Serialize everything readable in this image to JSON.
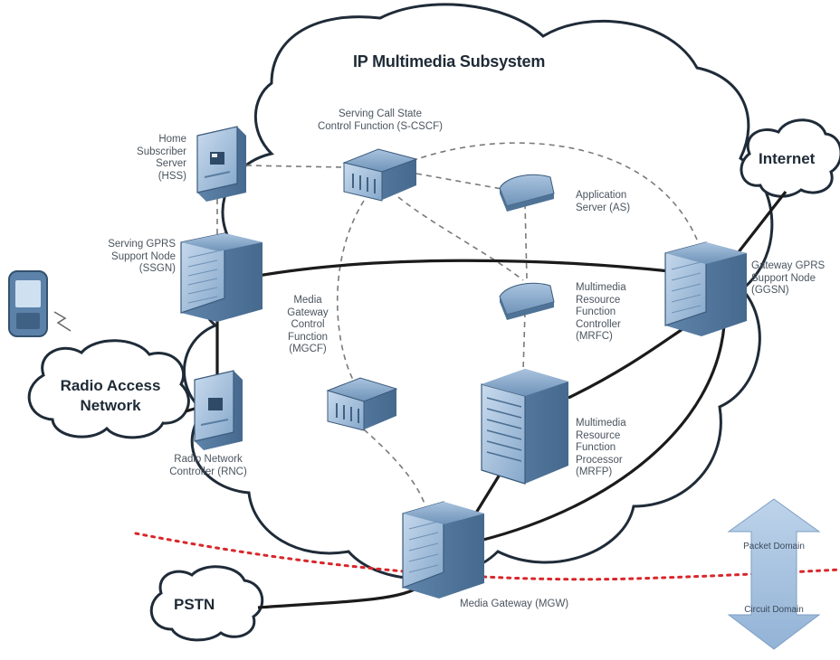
{
  "title": "IP Multimedia Subsystem",
  "nodes": {
    "hss": "Home\nSubscriber\nServer\n(HSS)",
    "scscf": "Serving Call State\nControl Function (S-CSCF)",
    "as": "Application\nServer (AS)",
    "sgsn": "Serving GPRS\nSupport Node\n(SSGN)",
    "ggsn": "Gateway GPRS\nSupport Node\n(GGSN)",
    "mgcf": "Media\nGateway\nControl\nFunction\n(MGCF)",
    "mrfc": "Multimedia\nResource\nFunction\nController\n(MRFC)",
    "mrfp": "Multimedia\nResource\nFunction\nProcessor\n(MRFP)",
    "rnc": "Radio Network\nController (RNC)",
    "mgw": "Media Gateway (MGW)"
  },
  "clouds": {
    "internet": "Internet",
    "ran": "Radio Access\nNetwork",
    "pstn": "PSTN"
  },
  "domains": {
    "packet": "Packet Domain",
    "circuit": "Circuit Domain"
  },
  "colors": {
    "device_fill": "#8fb0d2",
    "device_dark": "#4f7396",
    "cloud_outline": "#1f2b38",
    "link": "#1b1b1b",
    "signal_dash": "#777777",
    "boundary": "#d9262b",
    "arrow": "#a7c1dd"
  }
}
